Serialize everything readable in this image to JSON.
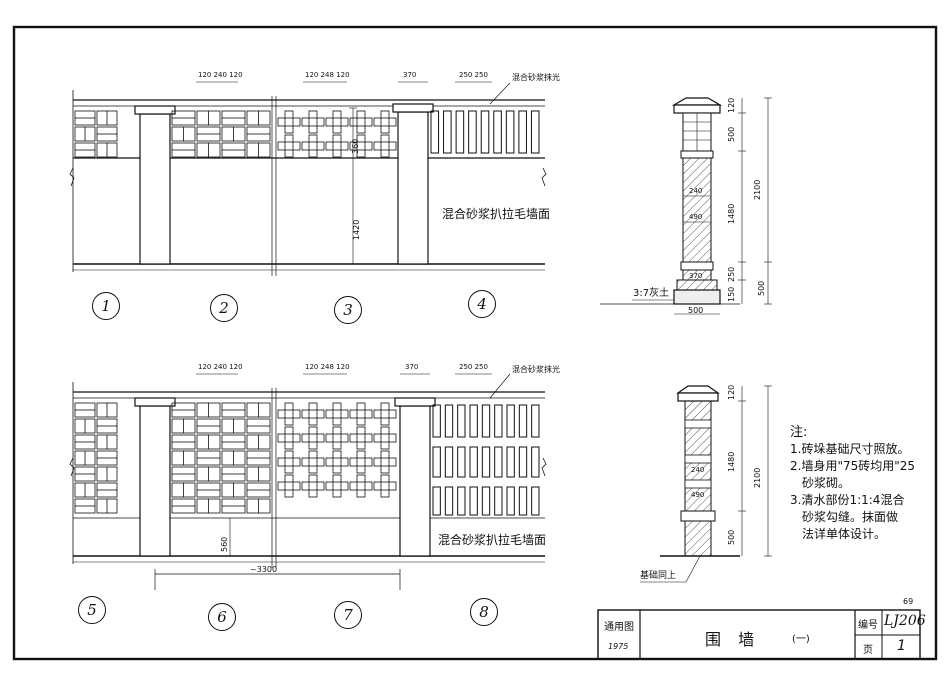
{
  "title_block": {
    "standard_label": "通用图",
    "year": "1975",
    "title": "围  墙",
    "subtitle": "(一)",
    "code_label": "编号",
    "code": "LJ206",
    "page_label": "页",
    "page": "1"
  },
  "top_row": {
    "dims_panel2": "120 240 120",
    "dims_panel3": "120 248 120",
    "dim_pier": "370",
    "dims_panel4": "250 250",
    "coping_note": "混合砂浆抹光",
    "height_dim": "1420",
    "inner_dim": "360",
    "wall_note": "混合砂浆扒拉毛墙面",
    "numbers": [
      "1",
      "2",
      "3",
      "4"
    ]
  },
  "bottom_row": {
    "dims_panel6": "120 240 120",
    "dims_panel7": "120 248 120",
    "dim_pier": "370",
    "dims_panel8": "250 250",
    "coping_note": "混合砂浆抹光",
    "base_dim": "560",
    "wall_note": "混合砂浆扒拉毛墙面",
    "span_dim": "~3300",
    "numbers": [
      "5",
      "6",
      "7",
      "8"
    ]
  },
  "section_top": {
    "d_top": "120",
    "d_upper": "500",
    "d_mid": "1480",
    "d_total": "2100",
    "d_base1": "250",
    "d_base2": "150",
    "d_base3": "500",
    "w_240": "240",
    "w_490": "490",
    "w_370": "370",
    "w_500": "500",
    "soil_note": "3:7灰土"
  },
  "section_bottom": {
    "d_top": "120",
    "d_mid": "1480",
    "d_total": "2100",
    "d_base": "500",
    "w_240": "240",
    "w_490": "490",
    "foundation_note": "基础同上"
  },
  "notes": {
    "heading": "注:",
    "line1": "1.砖垛基础尺寸照放。",
    "line2": "2.墙身用\"75砖均用\"25",
    "line3": "砂浆砌。",
    "line4": "3.清水部份1:1:4混合",
    "line5": "砂浆勾缝。抹面做",
    "line6": "法详单体设计。"
  },
  "corner_mark": "69"
}
